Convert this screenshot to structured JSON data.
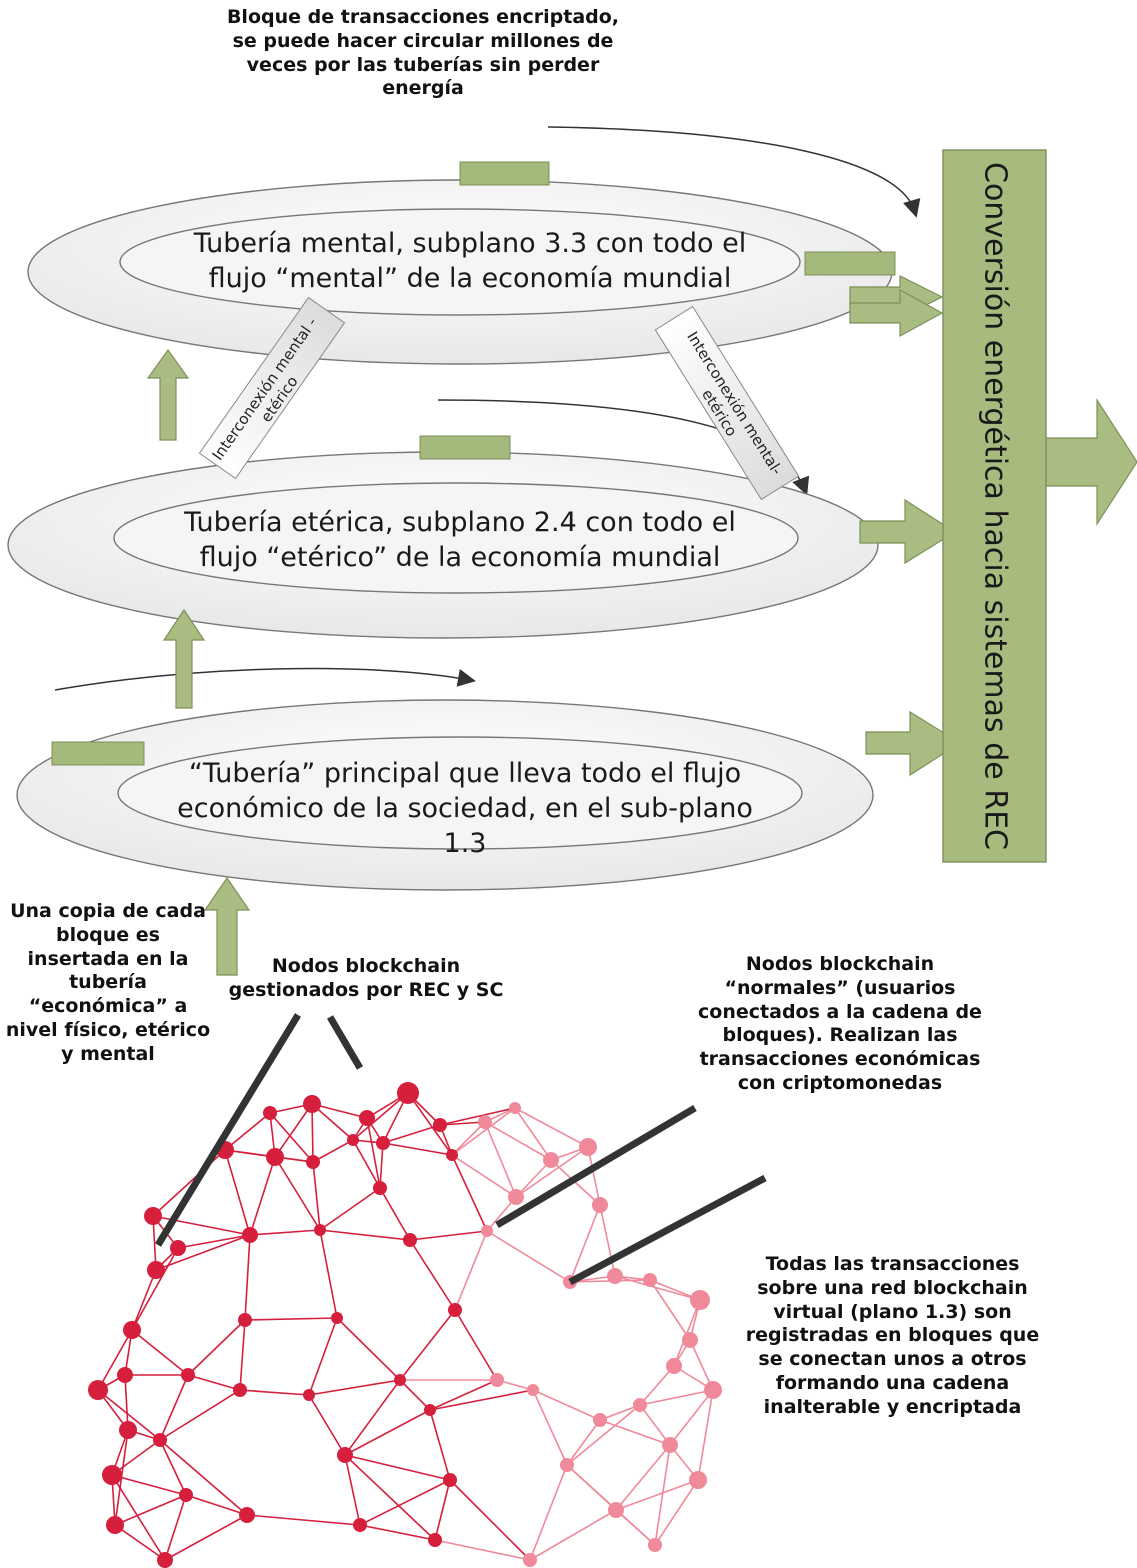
{
  "top_note": "Bloque de transacciones encriptado, se puede hacer circular millones de veces por las tuberías sin perder energía",
  "pipes": {
    "mental": "Tubería mental, subplano 3.3 con todo el flujo “mental” de la economía mundial",
    "eterica": "Tubería etérica, subplano 2.4 con todo el flujo “etérico” de la economía mundial",
    "principal": "“Tubería” principal que lleva todo el flujo económico de la sociedad, en el sub-plano 1.3"
  },
  "interconnections": {
    "left": "Interconexión mental - etérico",
    "right": "Interconexión mental- etérico"
  },
  "conversion_bar": "Conversión energética hacia sistemas de REC",
  "left_note": "Una copia de cada bloque es insertada en la tubería “económica” a nivel físico, etérico y mental",
  "nodes_rec_sc": "Nodos blockchain gestionados por REC y SC",
  "nodes_normal": "Nodos blockchain “normales” (usuarios conectados a la cadena de bloques). Realizan las transacciones económicas con criptomonedas",
  "right_note": "Todas las transacciones sobre una red blockchain virtual (plano 1.3) son registradas en bloques que se conectan unos a otros formando una cadena inalterable y encriptada",
  "colors": {
    "arrow_fill": "#a9bd82",
    "arrow_stroke": "#7d9059",
    "bar_fill": "#a7bb7f",
    "block_fill": "#a4b97c",
    "pipe_fill": "#f3f3f3",
    "node_red": "#d61f3c",
    "node_pink": "#f08a9a",
    "pointer_line": "#333333"
  }
}
